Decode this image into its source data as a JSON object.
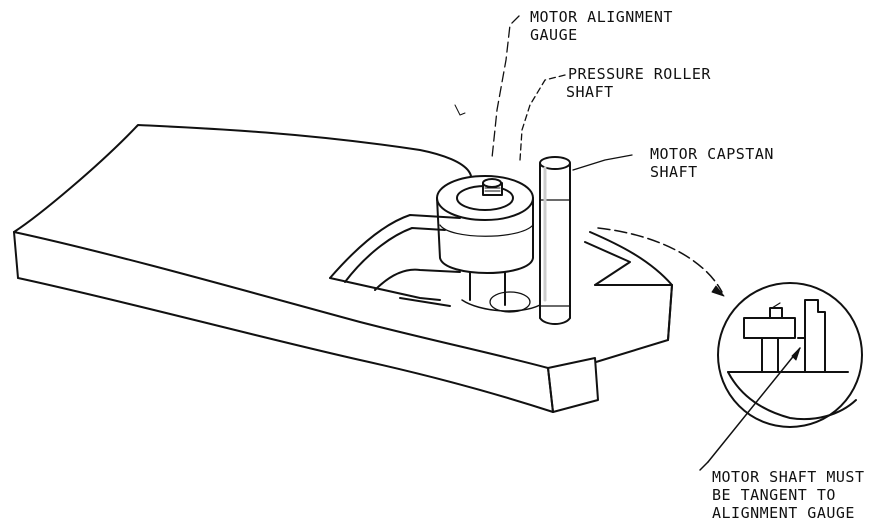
{
  "labels": {
    "motor_alignment_gauge": [
      "MOTOR ALIGNMENT",
      "GAUGE"
    ],
    "pressure_roller_shaft": [
      "PRESSURE ROLLER",
      "SHAFT"
    ],
    "motor_capstan_shaft": [
      "MOTOR CAPSTAN",
      "SHAFT"
    ],
    "tangent_note": [
      "MOTOR SHAFT MUST",
      "BE TANGENT TO",
      "ALIGNMENT GAUGE"
    ]
  },
  "colors": {
    "ink": "#111111",
    "paper": "#ffffff",
    "shade": "#cccccc"
  }
}
